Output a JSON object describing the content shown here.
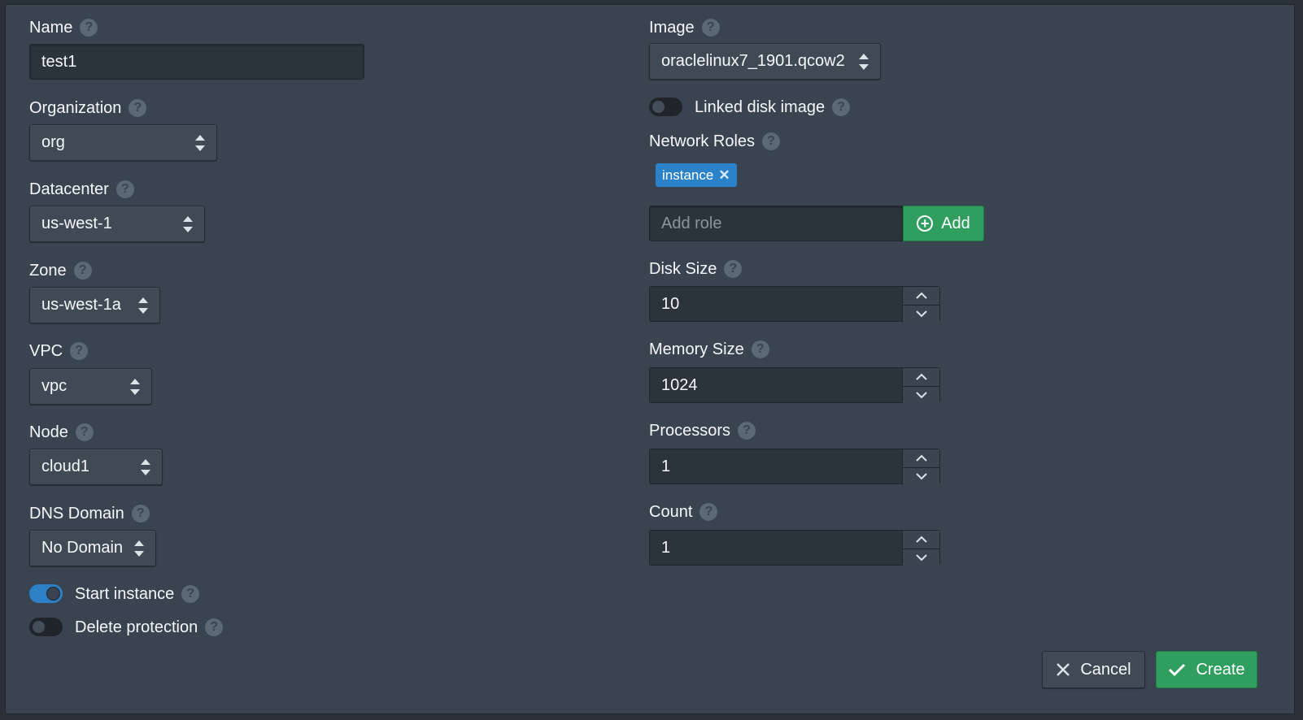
{
  "left": {
    "name": {
      "label": "Name",
      "value": "test1"
    },
    "organization": {
      "label": "Organization",
      "value": "org"
    },
    "datacenter": {
      "label": "Datacenter",
      "value": "us-west-1"
    },
    "zone": {
      "label": "Zone",
      "value": "us-west-1a"
    },
    "vpc": {
      "label": "VPC",
      "value": "vpc"
    },
    "node": {
      "label": "Node",
      "value": "cloud1"
    },
    "dns_domain": {
      "label": "DNS Domain",
      "value": "No Domain"
    },
    "start_instance": {
      "label": "Start instance",
      "on": true
    },
    "delete_protection": {
      "label": "Delete protection",
      "on": false
    }
  },
  "right": {
    "image": {
      "label": "Image",
      "value": "oraclelinux7_1901.qcow2"
    },
    "linked_disk": {
      "label": "Linked disk image",
      "on": false
    },
    "network_roles": {
      "label": "Network Roles",
      "tags": [
        "instance"
      ],
      "input_placeholder": "Add role",
      "add_label": "Add"
    },
    "disk_size": {
      "label": "Disk Size",
      "value": "10"
    },
    "memory_size": {
      "label": "Memory Size",
      "value": "1024"
    },
    "processors": {
      "label": "Processors",
      "value": "1"
    },
    "count": {
      "label": "Count",
      "value": "1"
    }
  },
  "footer": {
    "cancel_label": "Cancel",
    "create_label": "Create"
  },
  "colors": {
    "background": "#394450",
    "accent_blue": "#2d7fc6",
    "accent_green": "#2f9e5e"
  }
}
